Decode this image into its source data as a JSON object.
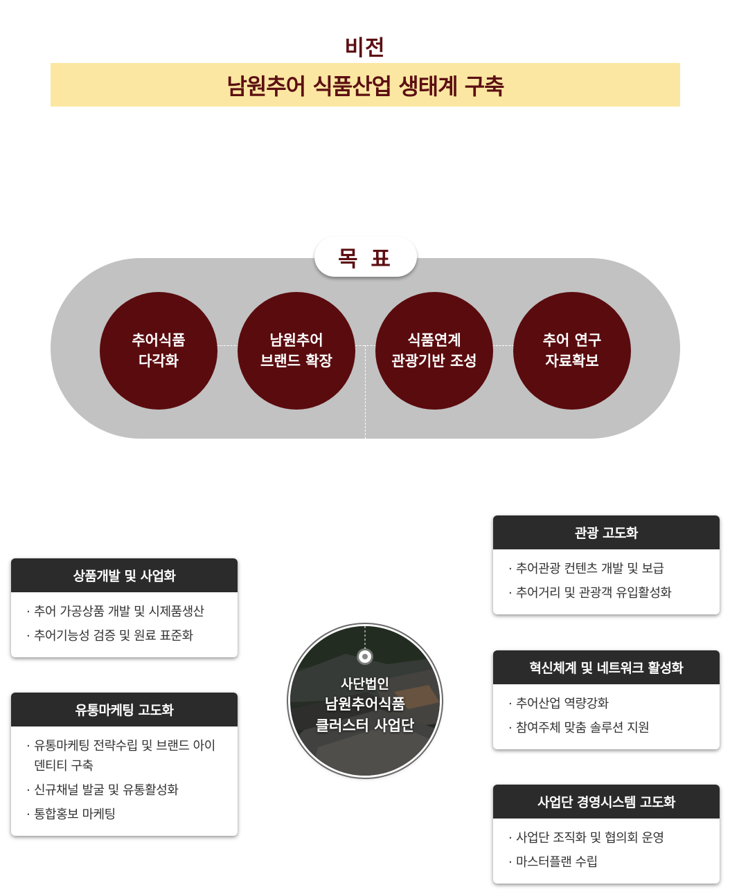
{
  "vision": {
    "title": "비전",
    "statement": "남원추어 식품산업 생태계 구축"
  },
  "goals": {
    "badge": "목 표",
    "items": [
      {
        "line1": "추어식품",
        "line2": "다각화"
      },
      {
        "line1": "남원추어",
        "line2": "브랜드 확장"
      },
      {
        "line1": "식품연계",
        "line2": "관광기반 조성"
      },
      {
        "line1": "추어 연구",
        "line2": "자료확보"
      }
    ]
  },
  "center": {
    "line1": "사단법인",
    "line2": "남원추어식품",
    "line3": "클러스터 사업단"
  },
  "cards": {
    "product": {
      "title": "상품개발 및 사업화",
      "items": [
        "추어 가공상품 개발 및 시제품생산",
        "추어기능성 검증 및 원료 표준화"
      ]
    },
    "distribution": {
      "title": "유통마케팅 고도화",
      "items": [
        "유통마케팅 전략수립 및 브랜드 아이덴티티 구축",
        "신규채널 발굴 및 유통활성화",
        "통합홍보 마케팅"
      ]
    },
    "tourism": {
      "title": "관광 고도화",
      "items": [
        "추어관광 컨텐츠 개발 및 보급",
        "추어거리 및 관광객 유입활성화"
      ]
    },
    "innovation": {
      "title": "혁신체계 및 네트워크 활성화",
      "items": [
        "추어산업 역량강화",
        "참여주체 맞춤 솔루션 지원"
      ]
    },
    "management": {
      "title": "사업단 경영시스템 고도화",
      "items": [
        "사업단 조직화 및 협의회 운영",
        "마스터플랜 수립"
      ]
    }
  },
  "colors": {
    "brand": "#5c0f12",
    "goal_circle": "#5a0b0e",
    "vision_bar": "#fbe7a2",
    "goal_area": "#c2c2c2",
    "card_header": "#2b2b2b"
  }
}
